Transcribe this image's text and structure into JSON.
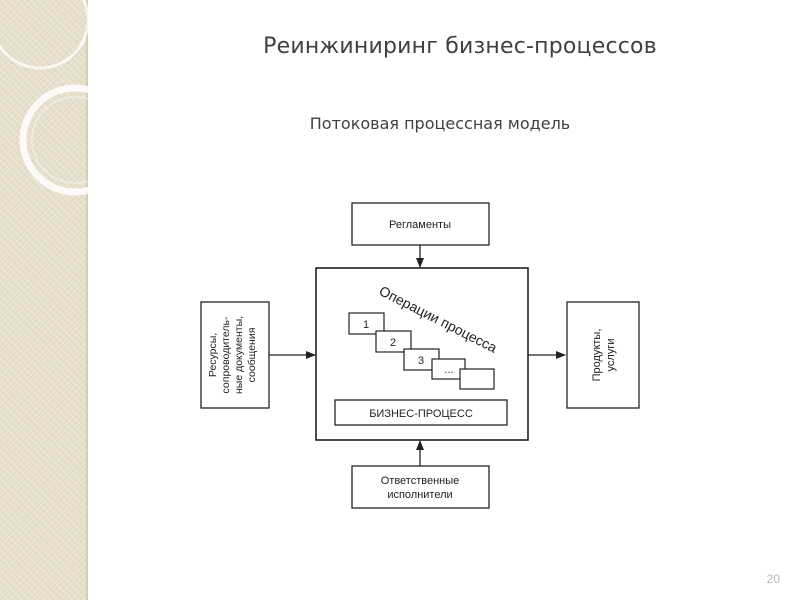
{
  "slide": {
    "title": "Реинжиниринг бизнес-процессов",
    "subtitle": "Потоковая процессная модель",
    "page_number": "20"
  },
  "diagram": {
    "top_box": "Регламенты",
    "bottom_box": [
      "Ответственные",
      "исполнители"
    ],
    "left_box": [
      "Ресурсы,",
      "сопроводитель-",
      "ные документы,",
      "сообщения"
    ],
    "right_box": [
      "Продукты,",
      "услуги"
    ],
    "operations_label": "Операции процесса",
    "steps": [
      "1",
      "2",
      "3",
      "..."
    ],
    "process_label": "БИЗНЕС-ПРОЦЕСС"
  },
  "colors": {
    "sidebar": "#e7dfcc",
    "ring": "#ffffff",
    "title_text": "#404040",
    "diagram_stroke": "#222222",
    "page_number": "#b5b5b5"
  }
}
